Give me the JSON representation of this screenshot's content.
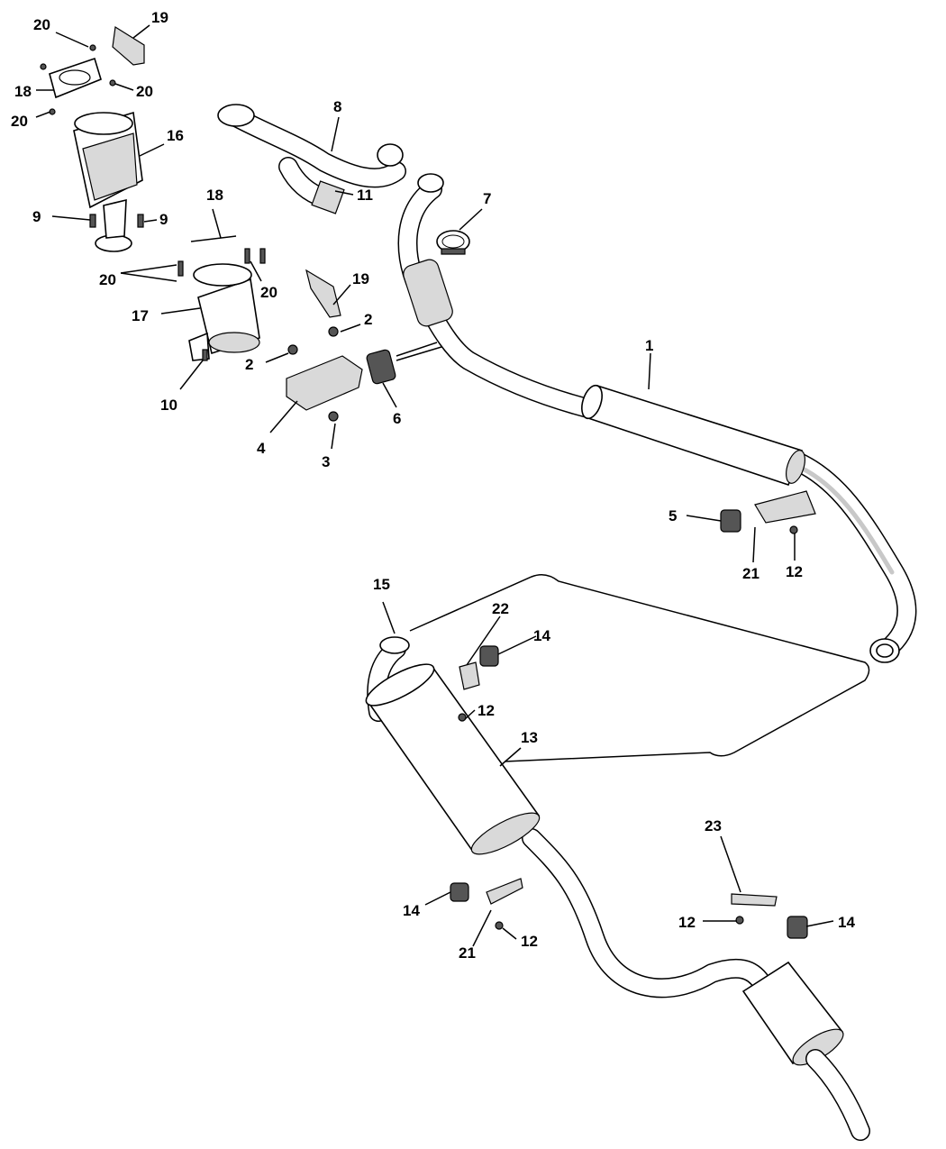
{
  "callouts": [
    {
      "id": "c1",
      "text": "1"
    },
    {
      "id": "c2a",
      "text": "2"
    },
    {
      "id": "c2b",
      "text": "2"
    },
    {
      "id": "c3",
      "text": "3"
    },
    {
      "id": "c4",
      "text": "4"
    },
    {
      "id": "c5",
      "text": "5"
    },
    {
      "id": "c6",
      "text": "6"
    },
    {
      "id": "c7",
      "text": "7"
    },
    {
      "id": "c8",
      "text": "8"
    },
    {
      "id": "c9a",
      "text": "9"
    },
    {
      "id": "c9b",
      "text": "9"
    },
    {
      "id": "c10",
      "text": "10"
    },
    {
      "id": "c11",
      "text": "11"
    },
    {
      "id": "c12a",
      "text": "12"
    },
    {
      "id": "c12b",
      "text": "12"
    },
    {
      "id": "c12c",
      "text": "12"
    },
    {
      "id": "c12d",
      "text": "12"
    },
    {
      "id": "c13",
      "text": "13"
    },
    {
      "id": "c14a",
      "text": "14"
    },
    {
      "id": "c14b",
      "text": "14"
    },
    {
      "id": "c14c",
      "text": "14"
    },
    {
      "id": "c15",
      "text": "15"
    },
    {
      "id": "c16",
      "text": "16"
    },
    {
      "id": "c17",
      "text": "17"
    },
    {
      "id": "c18a",
      "text": "18"
    },
    {
      "id": "c18b",
      "text": "18"
    },
    {
      "id": "c19a",
      "text": "19"
    },
    {
      "id": "c19b",
      "text": "19"
    },
    {
      "id": "c20a",
      "text": "20"
    },
    {
      "id": "c20b",
      "text": "20"
    },
    {
      "id": "c20c",
      "text": "20"
    },
    {
      "id": "c20d",
      "text": "20"
    },
    {
      "id": "c20e",
      "text": "20"
    },
    {
      "id": "c21a",
      "text": "21"
    },
    {
      "id": "c21b",
      "text": "21"
    },
    {
      "id": "c22",
      "text": "22"
    },
    {
      "id": "c23",
      "text": "23"
    }
  ]
}
